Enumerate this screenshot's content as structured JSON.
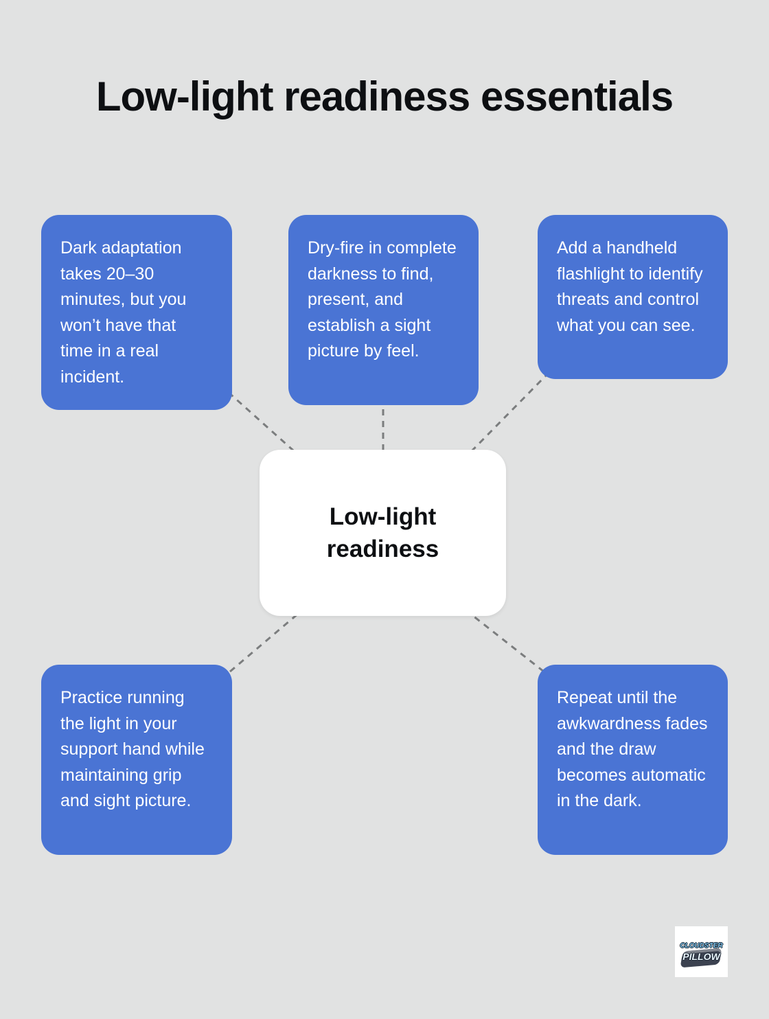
{
  "title": "Low-light readiness essentials",
  "center": {
    "label": "Low-light readiness"
  },
  "nodes": [
    {
      "id": "dark-adaptation",
      "text": "Dark adaptation takes 20–30 minutes, but you won’t have that time in a real incident."
    },
    {
      "id": "dry-fire",
      "text": "Dry-fire in complete darkness to find, present, and establish a sight picture by feel."
    },
    {
      "id": "handheld-flashlight",
      "text": "Add a handheld flashlight to identify threats and control what you can see."
    },
    {
      "id": "support-hand",
      "text": "Practice running the light in your support hand while maintaining grip and sight picture."
    },
    {
      "id": "repeat-practice",
      "text": "Repeat until the awkwardness fades and the draw becomes automatic in the dark."
    }
  ],
  "logo": {
    "line1": "CLOUDSTER",
    "line2": "PILLOW"
  },
  "colors": {
    "background": "#e1e2e2",
    "node_fill": "#4a74d4",
    "node_text": "#ffffff",
    "center_fill": "#ffffff",
    "title_text": "#0d0f12",
    "connector": "#7b7d7e"
  }
}
